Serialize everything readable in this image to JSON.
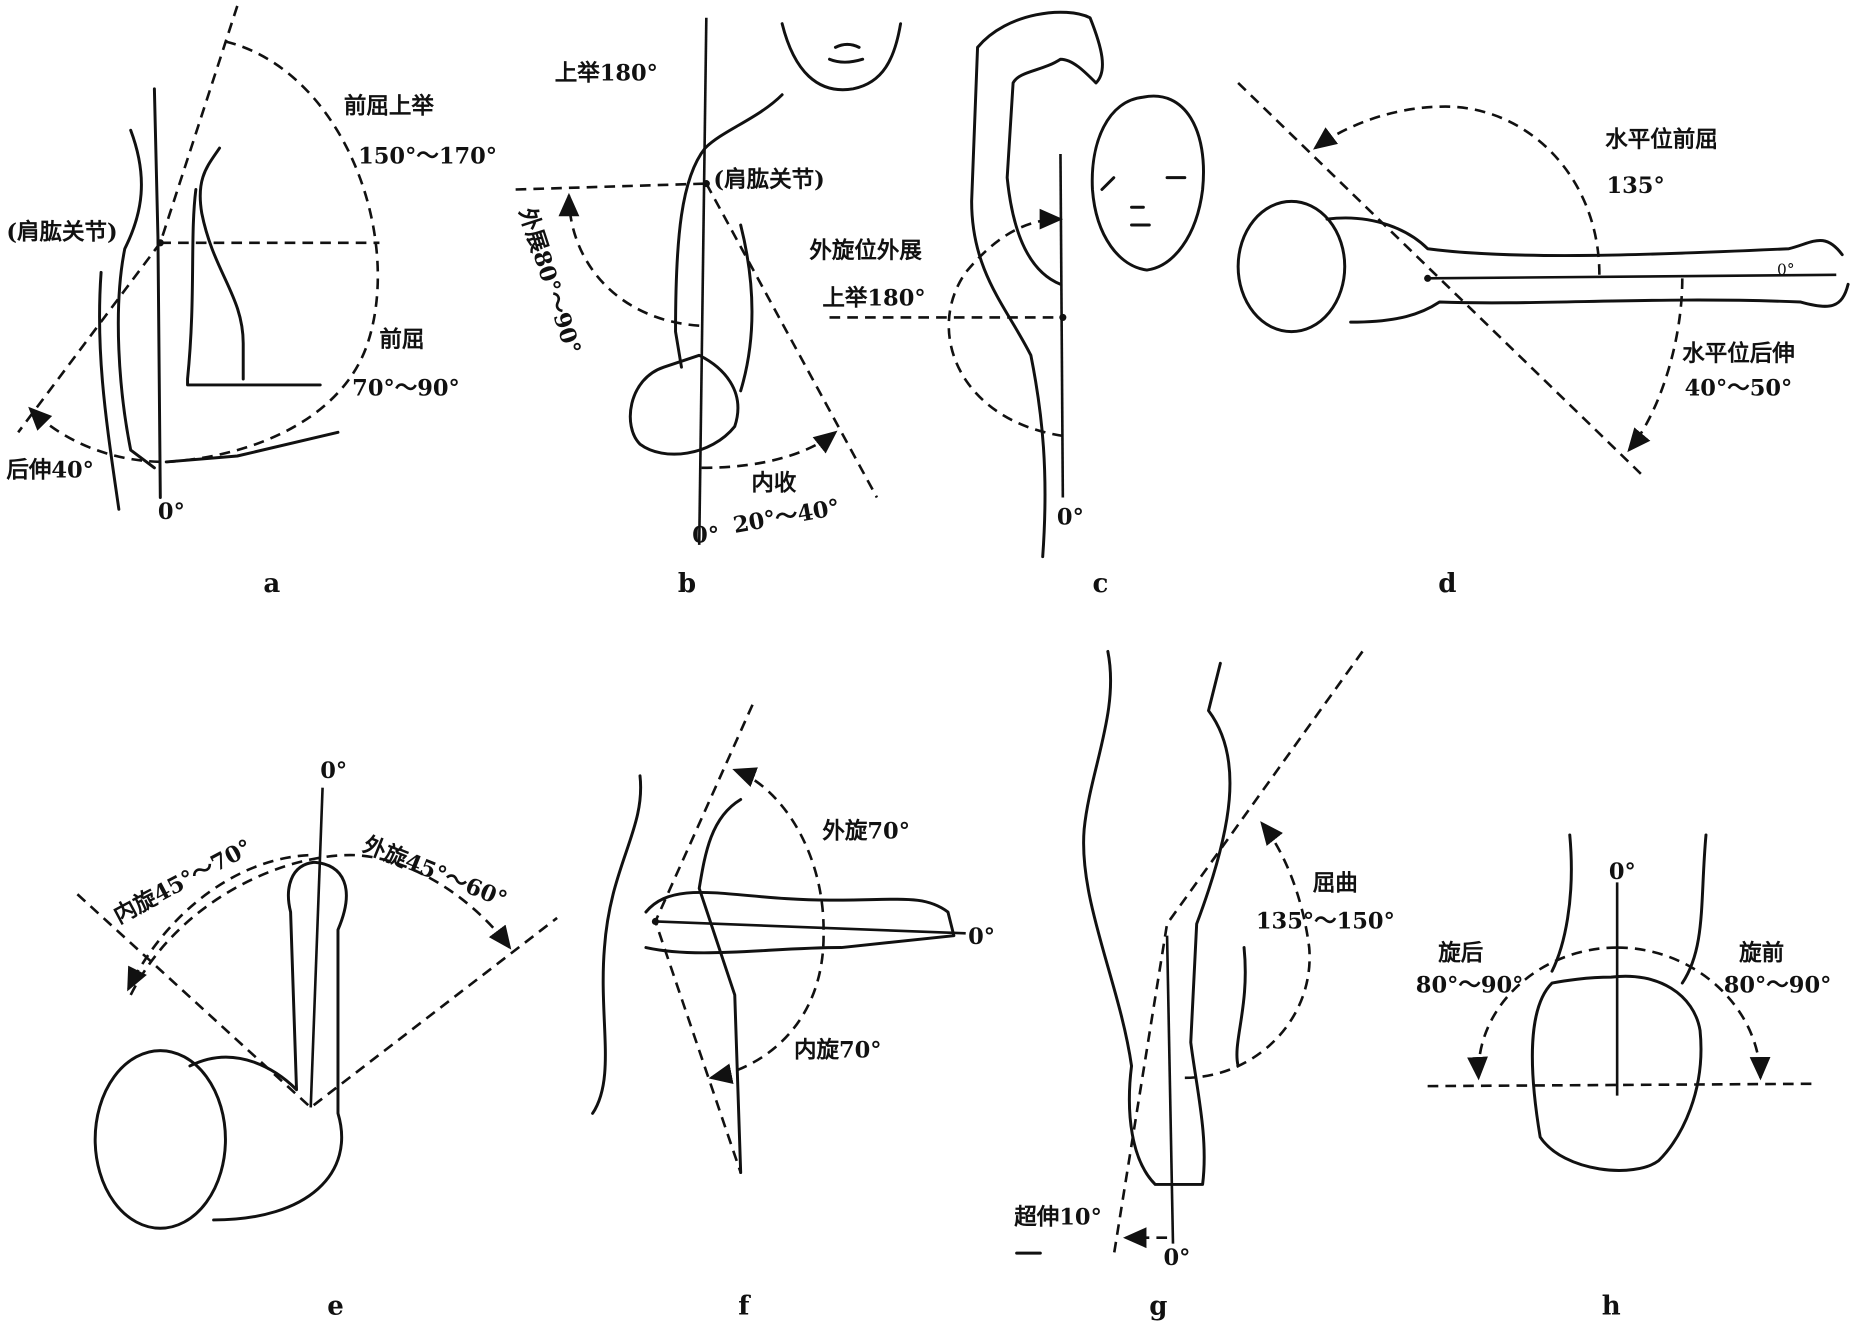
{
  "panels": {
    "a": {
      "caption": "a",
      "flexion_raise": "前屈上举",
      "flexion_raise_range": "150°～170°",
      "joint": "(肩肱关节)",
      "flexion": "前屈",
      "flexion_range": "70°～90°",
      "extension": "后伸40°",
      "zero": "0°"
    },
    "b": {
      "caption": "b",
      "raise": "上举180°",
      "joint": "(肩肱关节)",
      "abduction": "外展80°～90°",
      "adduction": "内收",
      "adduction_range": "20°～40°",
      "zero": "0°"
    },
    "c": {
      "caption": "c",
      "ext_rot_abduction": "外旋位外展",
      "raise": "上举180°",
      "zero": "0°"
    },
    "d": {
      "caption": "d",
      "horiz_flexion": "水平位前屈",
      "horiz_flexion_value": "135°",
      "zero": "0°",
      "horiz_extension": "水平位后伸",
      "horiz_extension_range": "40°～50°"
    },
    "e": {
      "caption": "e",
      "zero": "0°",
      "internal_rotation": "内旋45°～70°",
      "external_rotation": "外旋45°～60°"
    },
    "f": {
      "caption": "f",
      "external_rotation": "外旋70°",
      "zero": "0°",
      "internal_rotation": "内旋70°"
    },
    "g": {
      "caption": "g",
      "flexion": "屈曲",
      "flexion_range": "135°～150°",
      "hyperextension": "超伸10°",
      "zero": "0°"
    },
    "h": {
      "caption": "h",
      "zero": "0°",
      "supination": "旋后",
      "supination_range": "80°～90°",
      "pronation": "旋前",
      "pronation_range": "80°～90°"
    }
  }
}
